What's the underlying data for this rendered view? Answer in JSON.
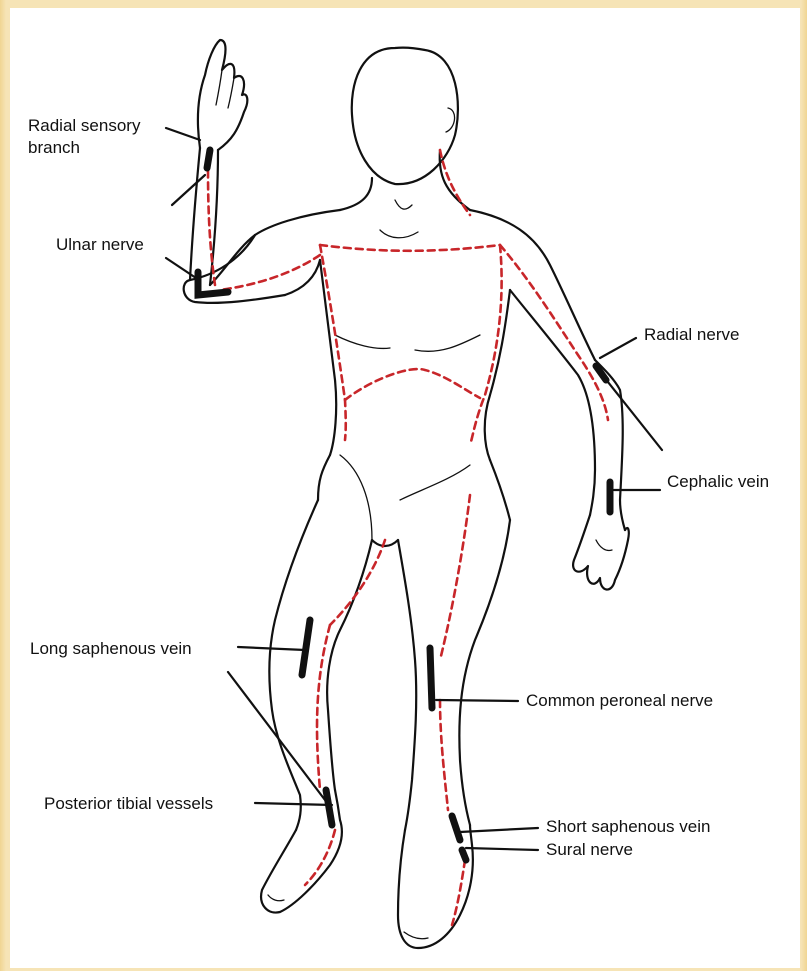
{
  "labels": {
    "radial_sensory_branch_line1": "Radial sensory",
    "radial_sensory_branch_line2": "branch",
    "ulnar_nerve": "Ulnar nerve",
    "radial_nerve": "Radial nerve",
    "cephalic_vein": "Cephalic vein",
    "long_saphenous_vein": "Long saphenous vein",
    "common_peroneal_nerve": "Common peroneal nerve",
    "posterior_tibial_vessels": "Posterior tibial vessels",
    "short_saphenous_vein": "Short saphenous vein",
    "sural_nerve": "Sural nerve"
  },
  "colors": {
    "background": "#f3dca0",
    "panel": "#ffffff",
    "incision_line": "#c8262a",
    "outline": "#111111"
  }
}
